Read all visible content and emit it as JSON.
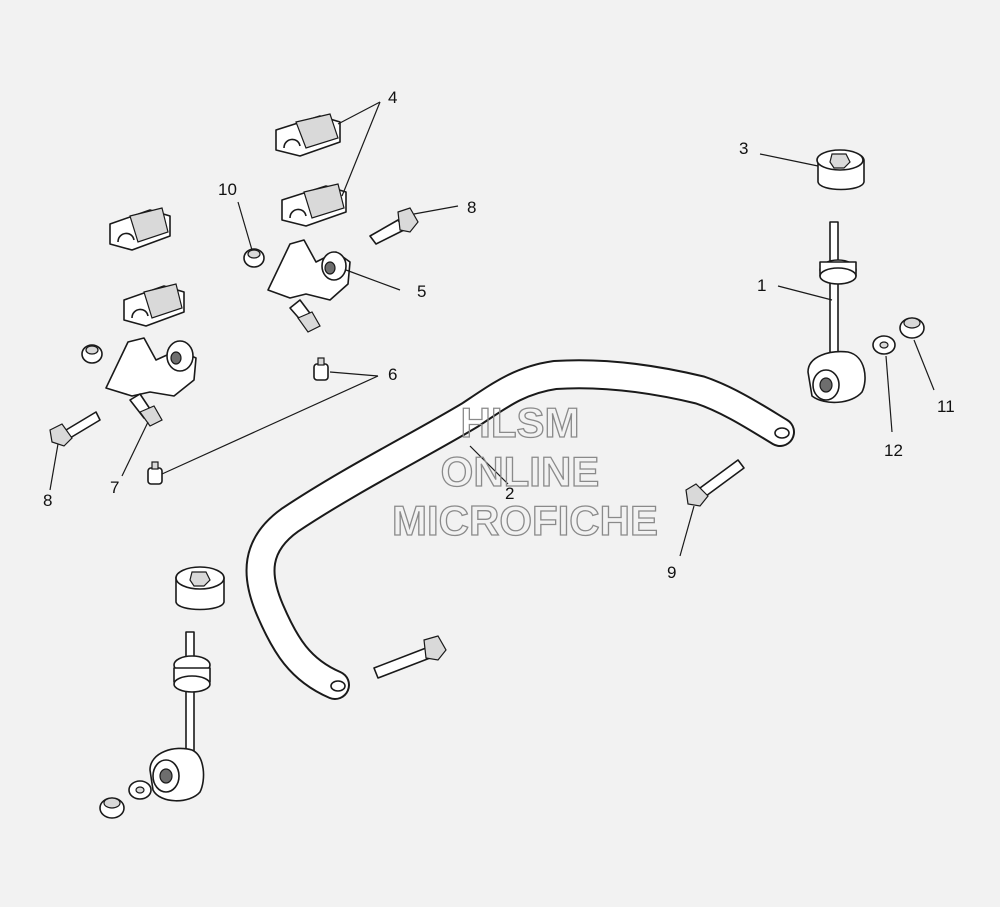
{
  "diagram": {
    "callouts": [
      {
        "id": "c1",
        "number": "1"
      },
      {
        "id": "c2",
        "number": "2"
      },
      {
        "id": "c3",
        "number": "3"
      },
      {
        "id": "c4",
        "number": "4"
      },
      {
        "id": "c5",
        "number": "5"
      },
      {
        "id": "c6",
        "number": "6"
      },
      {
        "id": "c7",
        "number": "7"
      },
      {
        "id": "c8a",
        "number": "8"
      },
      {
        "id": "c8b",
        "number": "8"
      },
      {
        "id": "c9",
        "number": "9"
      },
      {
        "id": "c10",
        "number": "10"
      },
      {
        "id": "c11",
        "number": "11"
      },
      {
        "id": "c12",
        "number": "12"
      }
    ]
  },
  "watermark": {
    "line1": "HLSM",
    "line2": "ONLINE",
    "line3": "MICROFICHE"
  }
}
